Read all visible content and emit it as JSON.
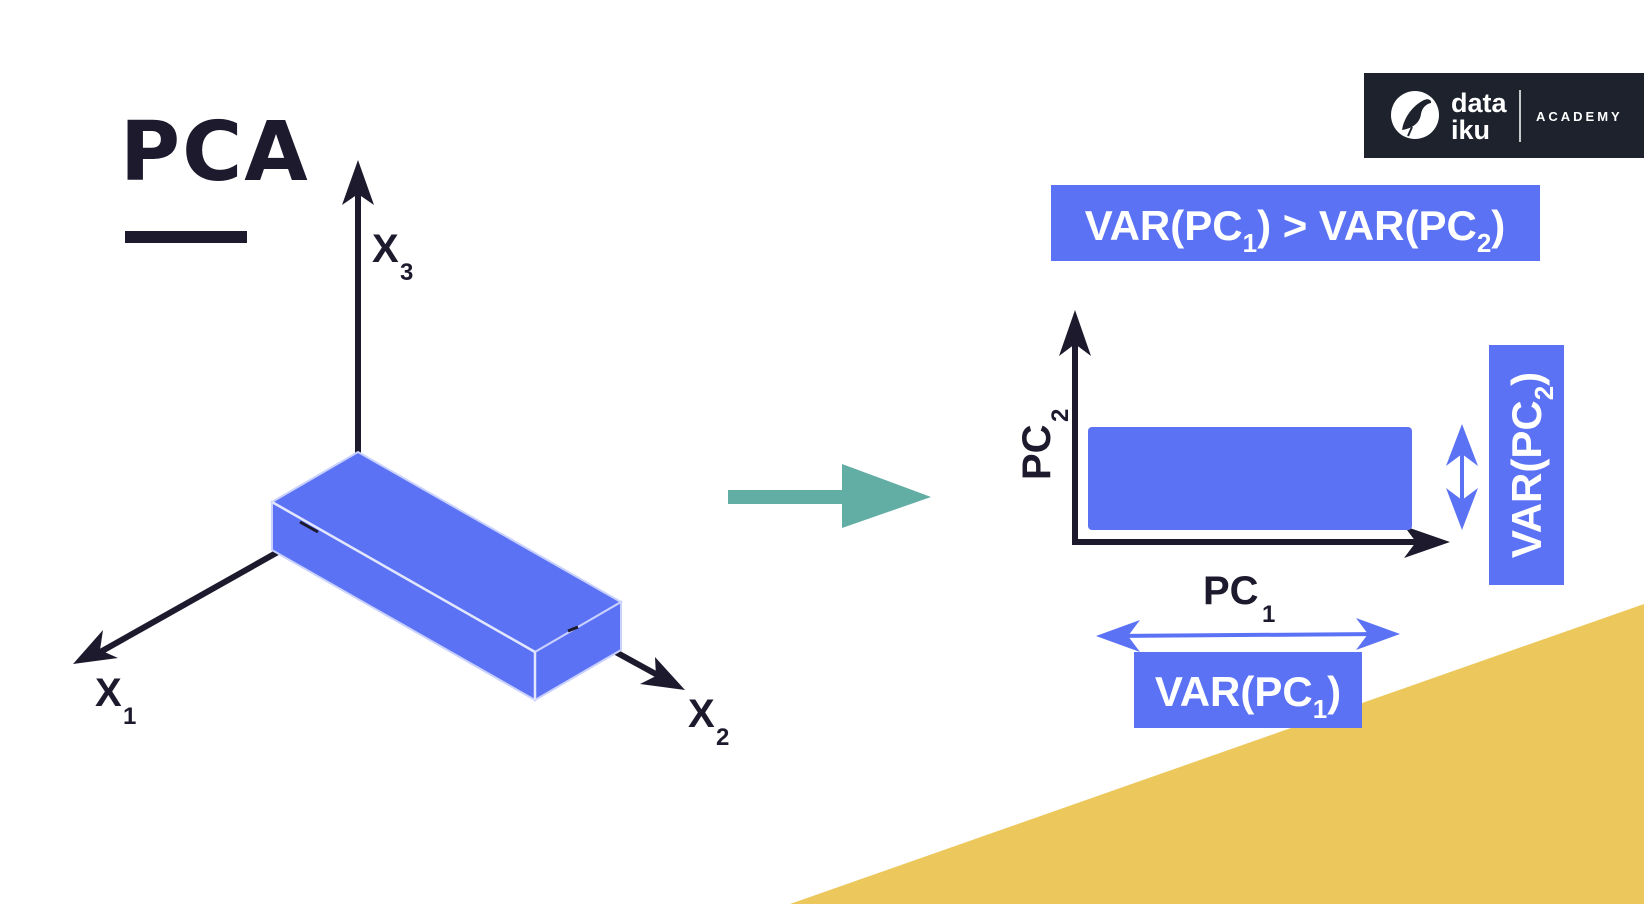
{
  "title": "PCA",
  "axes3d": {
    "x1": {
      "main": "X",
      "sub": "1"
    },
    "x2": {
      "main": "X",
      "sub": "2"
    },
    "x3": {
      "main": "X",
      "sub": "3"
    }
  },
  "axes2d": {
    "pc1": {
      "main": "PC",
      "sub": "1"
    },
    "pc2": {
      "main": "PC",
      "sub": "2"
    }
  },
  "comparison": {
    "left": "VAR(PC",
    "left_sub": "1",
    "mid": ") > VAR(PC",
    "right_sub": "2",
    "end": ")"
  },
  "var_pc1": {
    "pre": "VAR(PC",
    "sub": "1",
    "post": ")"
  },
  "var_pc2": {
    "pre": "VAR(PC",
    "sub": "2",
    "post": ")"
  },
  "logo": {
    "line1": "data",
    "line2": "iku",
    "tagline": "ACADEMY",
    "bird_icon": "bird-icon"
  },
  "colors": {
    "dark": "#1e1a2e",
    "blue": "#5b72f5",
    "teal": "#62ada4",
    "gold": "#ecc85c",
    "logo_bg": "#1d222d"
  }
}
